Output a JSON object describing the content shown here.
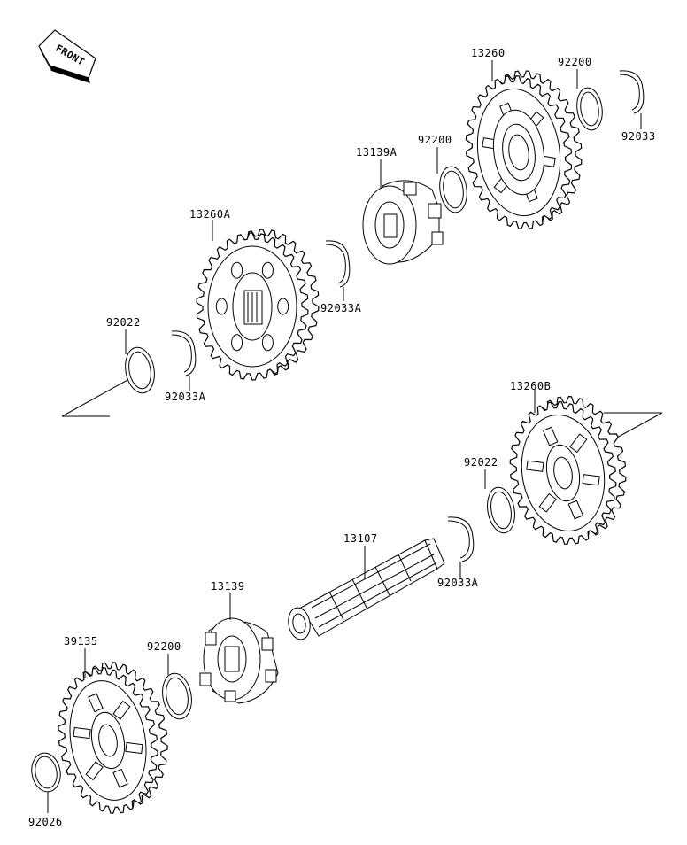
{
  "front_badge": "FRONT",
  "parts": [
    {
      "id": "p13260",
      "number": "13260"
    },
    {
      "id": "p92200a",
      "number": "92200"
    },
    {
      "id": "p92033",
      "number": "92033"
    },
    {
      "id": "p13139A",
      "number": "13139A"
    },
    {
      "id": "p92200b",
      "number": "92200"
    },
    {
      "id": "p13260A",
      "number": "13260A"
    },
    {
      "id": "p92033Aa",
      "number": "92033A"
    },
    {
      "id": "p92022a",
      "number": "92022"
    },
    {
      "id": "p92033Ab",
      "number": "92033A"
    },
    {
      "id": "p13260B",
      "number": "13260B"
    },
    {
      "id": "p92022b",
      "number": "92022"
    },
    {
      "id": "p13107",
      "number": "13107"
    },
    {
      "id": "p92033Ac",
      "number": "92033A"
    },
    {
      "id": "p13139",
      "number": "13139"
    },
    {
      "id": "p39135",
      "number": "39135"
    },
    {
      "id": "p92200c",
      "number": "92200"
    },
    {
      "id": "p92026",
      "number": "92026"
    }
  ]
}
